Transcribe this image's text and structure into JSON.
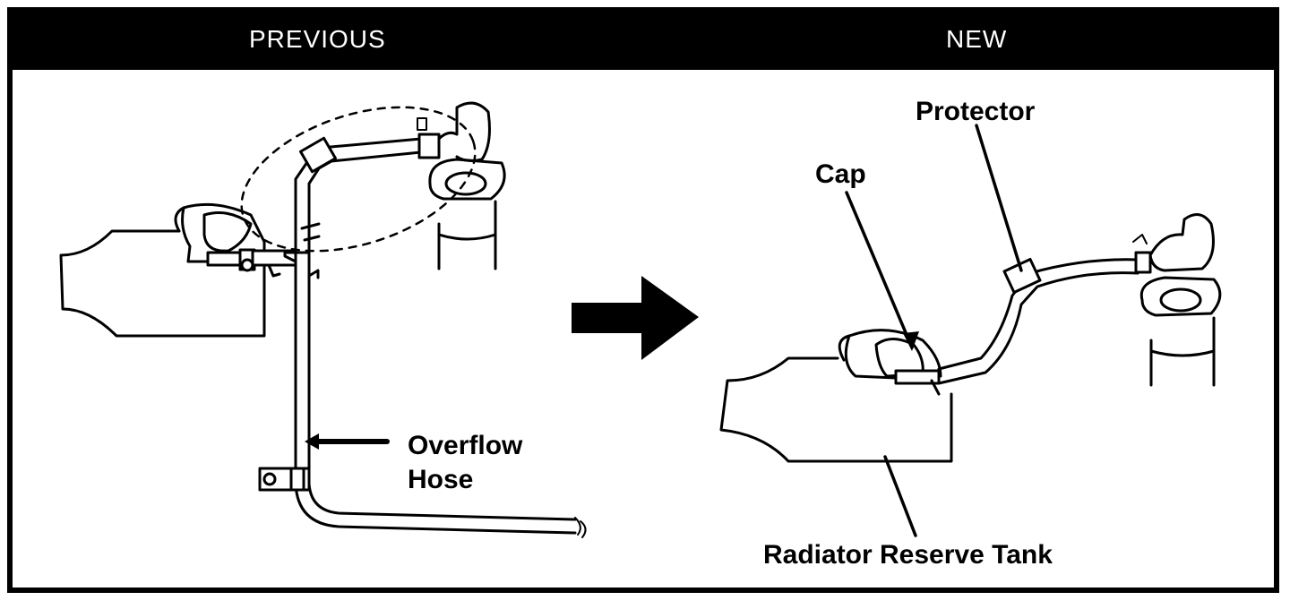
{
  "header": {
    "previous_label": "PREVIOUS",
    "new_label": "NEW"
  },
  "previous": {
    "overflow_hose_label_line1": "Overflow",
    "overflow_hose_label_line2": "Hose"
  },
  "new": {
    "protector_label": "Protector",
    "cap_label": "Cap",
    "tank_label": "Radiator Reserve Tank"
  }
}
